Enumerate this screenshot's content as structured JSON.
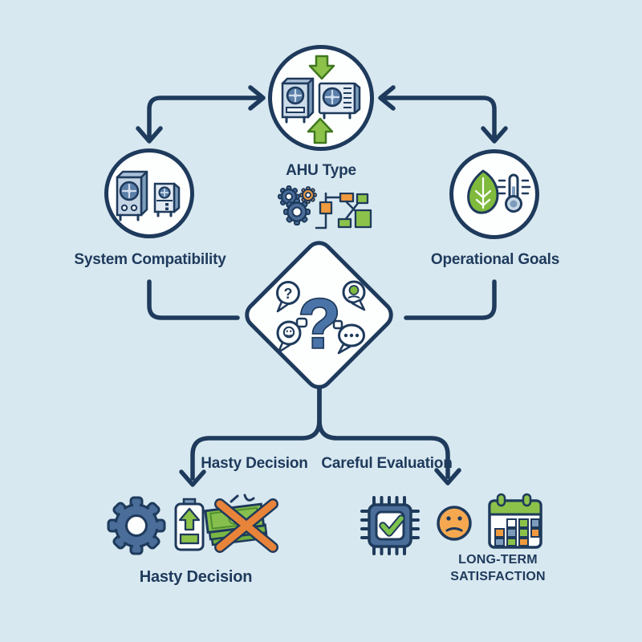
{
  "title": "AHU type decision flow diagram",
  "colors": {
    "background": "#d8e8f0",
    "ink": "#1e3a5c",
    "node_fill": "#fdfefe",
    "slate": "#4a6d99",
    "slate_light": "#7d9cbc",
    "panel_light": "#ccdbea",
    "steel_blue": "#4a74a8",
    "green": "#8cc24a",
    "leaf_green": "#7fba3d",
    "bill_green": "#86bf4e",
    "orange": "#f09a3e",
    "x_orange": "#e8833a",
    "face_orange": "#f5a850"
  },
  "nodes": {
    "ahu": {
      "label": "AHU Type",
      "icon": "ahu-units-with-airflow-arrows"
    },
    "system": {
      "label": "System Compatibility",
      "icon": "hvac-cabinet-units"
    },
    "goals": {
      "label": "Operational Goals",
      "icon": "leaf-and-thermometer"
    }
  },
  "decision": {
    "symbol": "?",
    "bubble_question": "?",
    "bubble_ellipsis": "...",
    "icon": "question-mark-with-speech-bubbles",
    "cluster_icons": [
      "gears",
      "flowchart-nodes"
    ]
  },
  "branches": {
    "hasty": {
      "label": "Hasty Decision"
    },
    "careful": {
      "label": "Careful Evaluation"
    }
  },
  "outcomes": {
    "hasty": {
      "label": "Hasty Decision",
      "icons": [
        "gear",
        "low-battery",
        "money-crossed-out"
      ]
    },
    "longterm": {
      "line1": "LONG-TERM",
      "line2": "SATISFACTION",
      "icons": [
        "chip-checkmark",
        "neutral-face",
        "calendar"
      ]
    }
  }
}
